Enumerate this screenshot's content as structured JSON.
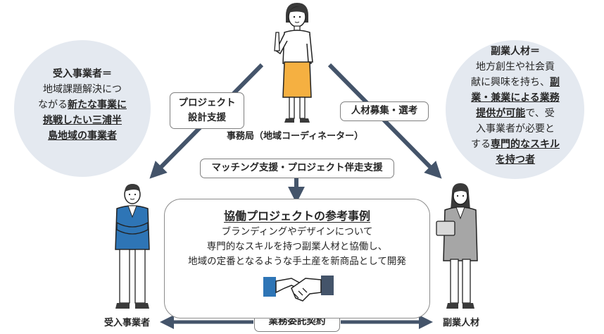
{
  "left_circle": {
    "lines": [
      [
        {
          "t": "受入事業者＝",
          "b": true,
          "u": false
        }
      ],
      [
        {
          "t": "地域課題解決につ",
          "b": false,
          "u": false
        }
      ],
      [
        {
          "t": "ながる",
          "b": false,
          "u": false
        },
        {
          "t": "新たな事業に",
          "b": true,
          "u": true
        }
      ],
      [
        {
          "t": "挑戦したい三浦半",
          "b": true,
          "u": true
        }
      ],
      [
        {
          "t": "島地域の事業者",
          "b": true,
          "u": true
        }
      ]
    ]
  },
  "right_circle": {
    "lines": [
      [
        {
          "t": "副業人材＝",
          "b": true,
          "u": false
        }
      ],
      [
        {
          "t": "地方創生や社会貢",
          "b": false,
          "u": false
        }
      ],
      [
        {
          "t": "献に興味を持ち、",
          "b": false,
          "u": false
        },
        {
          "t": "副",
          "b": true,
          "u": true
        }
      ],
      [
        {
          "t": "業・兼業による業務",
          "b": true,
          "u": true
        }
      ],
      [
        {
          "t": "提供が可能",
          "b": true,
          "u": true
        },
        {
          "t": "で、受",
          "b": false,
          "u": false
        }
      ],
      [
        {
          "t": "入事業者が必要と",
          "b": false,
          "u": false
        }
      ],
      [
        {
          "t": "する",
          "b": false,
          "u": false
        },
        {
          "t": "専門的なスキル",
          "b": true,
          "u": true
        }
      ],
      [
        {
          "t": "を持つ者",
          "b": true,
          "u": true
        }
      ]
    ]
  },
  "boxes": {
    "project_design": [
      "プロジェクト",
      "設計支援"
    ],
    "recruit": "人材募集・選考",
    "matching": "マッチング支援・プロジェクト伴走支援",
    "contract": "業務委託契約"
  },
  "labels": {
    "secretariat": "事務局（地域コーディネーター）",
    "host_business": "受入事業者",
    "side_worker": "副業人材"
  },
  "case": {
    "title": "協働プロジェクトの参考事例",
    "lines": [
      "ブランディングやデザインについて",
      "専門的なスキルを持つ副業人材と協働し、",
      "地域の定番となるような手土産を新商品として開発"
    ]
  },
  "colors": {
    "arrow": "#44546a",
    "circle_fill": "#e4e9f0",
    "skirt": "#f5b041",
    "suit": "#2e75b6",
    "gray_suit": "#a6a6a6",
    "handshake_sleeve_left": "#2e75b6",
    "handshake_sleeve_right": "#44546a"
  }
}
